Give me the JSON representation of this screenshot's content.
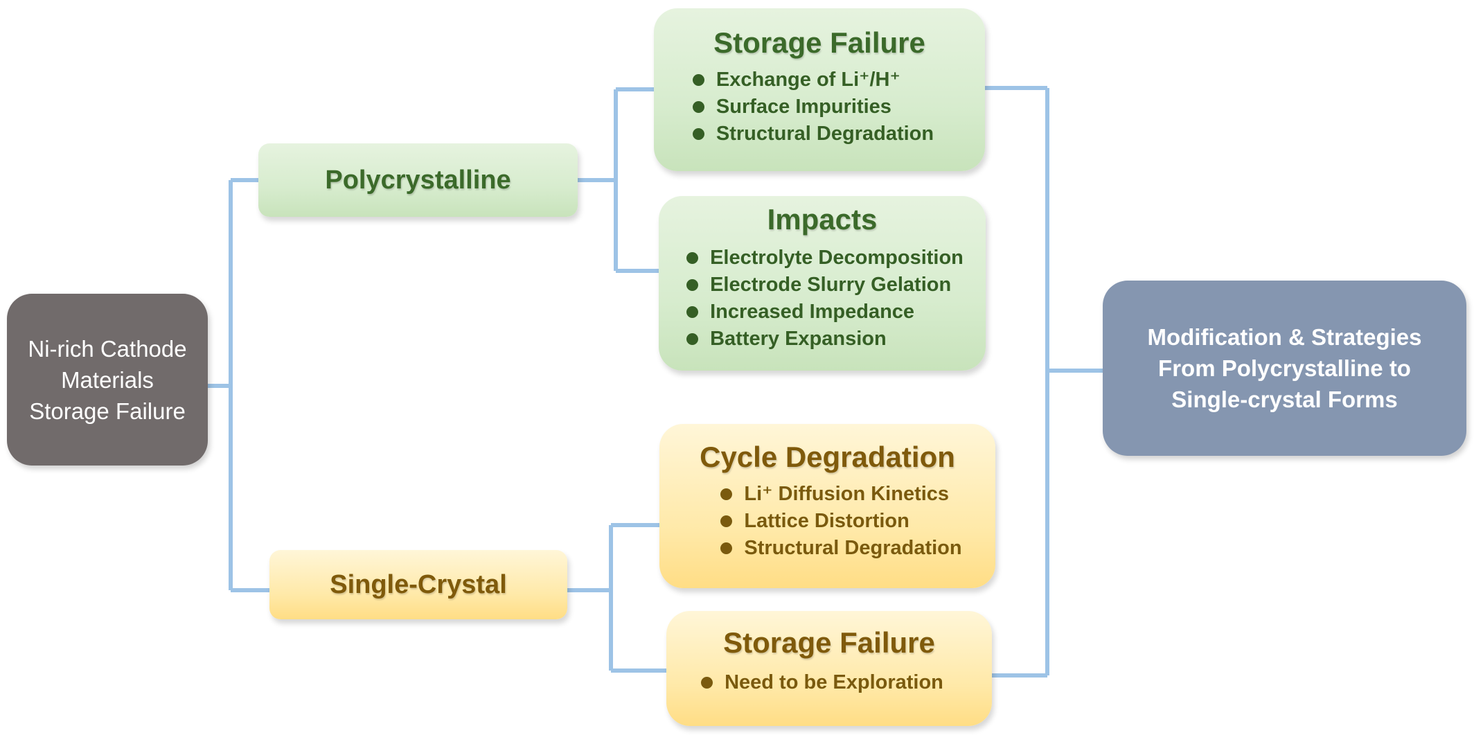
{
  "root": {
    "lines": [
      "Ni-rich Cathode",
      "Materials",
      "Storage Failure"
    ]
  },
  "polycrystalline": {
    "label": "Polycrystalline",
    "storage_failure": {
      "title": "Storage Failure",
      "items": [
        "Exchange of Li⁺/H⁺",
        "Surface Impurities",
        "Structural Degradation"
      ]
    },
    "impacts": {
      "title": "Impacts",
      "items": [
        "Electrolyte Decomposition",
        "Electrode Slurry Gelation",
        "Increased Impedance",
        "Battery Expansion"
      ]
    }
  },
  "single_crystal": {
    "label": "Single-Crystal",
    "cycle_degradation": {
      "title": "Cycle Degradation",
      "items": [
        "Li⁺ Diffusion Kinetics",
        "Lattice Distortion",
        "Structural Degradation"
      ]
    },
    "storage_failure": {
      "title": "Storage Failure",
      "items": [
        "Need to be Exploration"
      ]
    }
  },
  "target": {
    "lines": [
      "Modification & Strategies",
      "From Polycrystalline to",
      "Single-crystal Forms"
    ]
  },
  "colors": {
    "connector": "#9dc3e6",
    "root_fill": "#716b6b",
    "target_fill": "#8596b0",
    "polycrystalline_fill": "#d7ecce",
    "single_crystal_fill": "#ffe9a8",
    "polycrystalline_text": "#3b6a2a",
    "single_crystal_text": "#7f5a0b"
  }
}
